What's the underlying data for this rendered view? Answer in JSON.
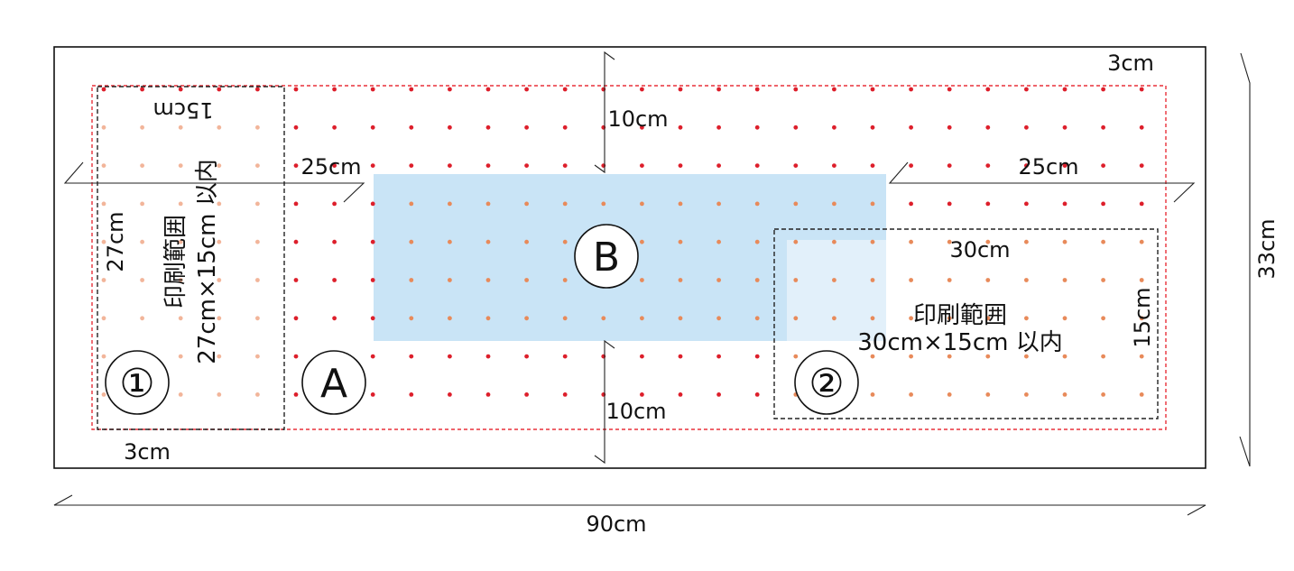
{
  "dimensions": {
    "total_width": "90cm",
    "total_height": "33cm",
    "margin_top": "3cm",
    "margin_bottom": "3cm",
    "gap_top": "10cm",
    "gap_bottom": "10cm",
    "gap_left": "25cm",
    "gap_right": "25cm"
  },
  "zone_1": {
    "label": "①",
    "title": "印刷範囲",
    "size": "27cm×15cm 以内",
    "width_label": "15cm",
    "height_label": "27cm"
  },
  "zone_2": {
    "label": "②",
    "title": "印刷範囲",
    "size": "30cm×15cm 以内",
    "width_label": "30cm",
    "height_label": "15cm"
  },
  "zone_a": {
    "label": "A"
  },
  "zone_b": {
    "label": "B"
  },
  "colors": {
    "outline": "#111111",
    "dashed_red": "#e8303a",
    "dot_red": "#dd1f2b",
    "dot_orange": "#e88a5a",
    "dot_peach": "#f2b59a",
    "zone_b_fill": "#c9e4f6",
    "zone_b_light": "#e2f0fa",
    "dashed_black": "#222222"
  }
}
